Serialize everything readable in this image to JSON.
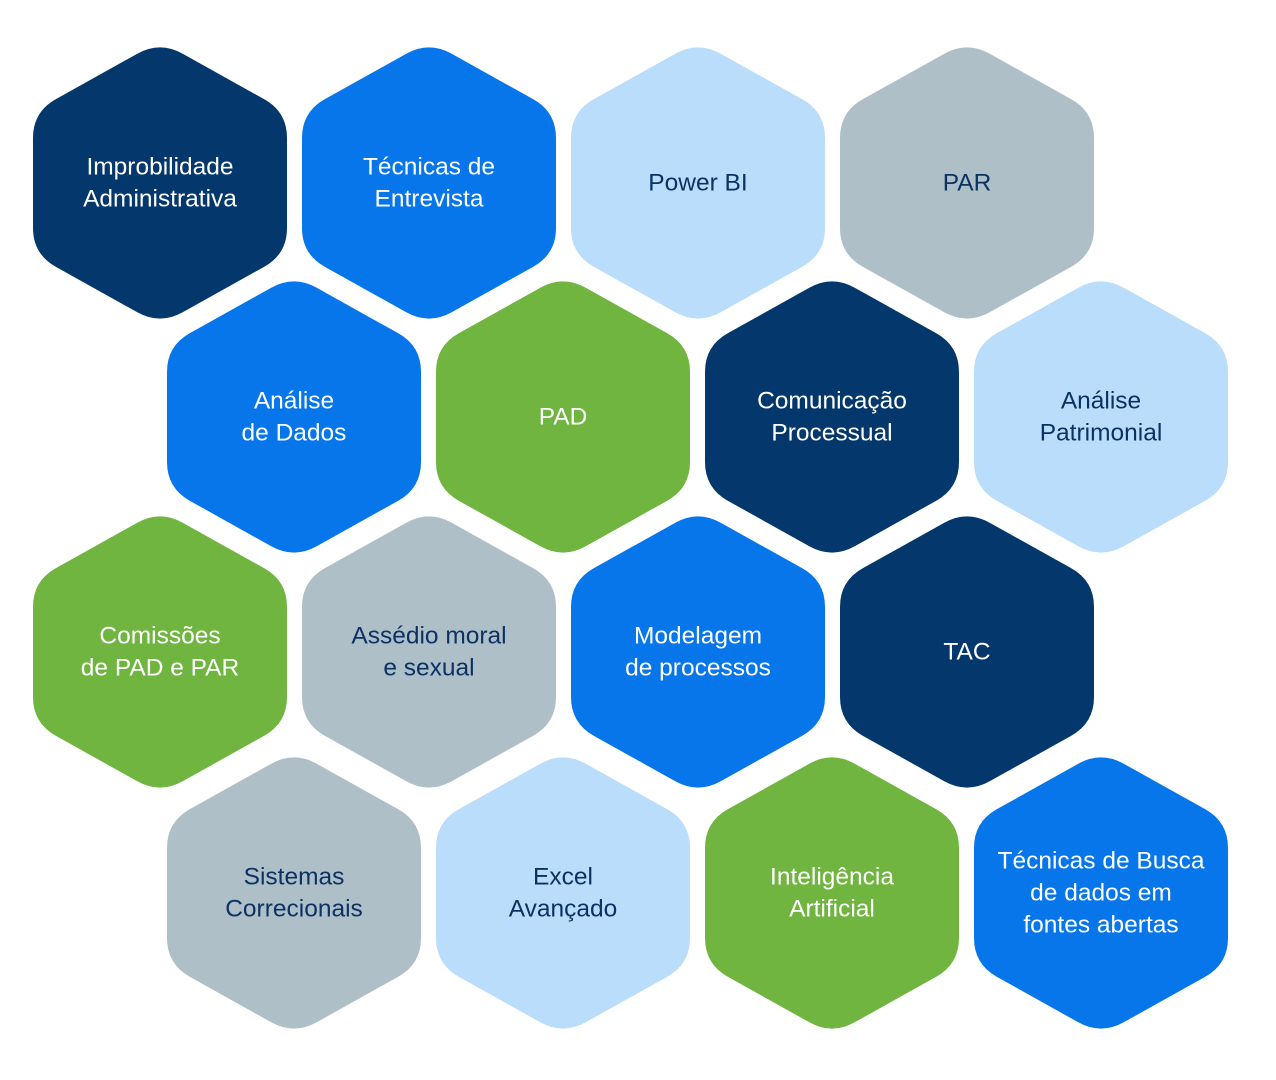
{
  "colors": {
    "navy": "#04376c",
    "blue": "#0676ea",
    "light_blue": "#b9ddfb",
    "gray": "#afbfc7",
    "green": "#70b53f",
    "text_light": "#ffffff",
    "text_dark": "#0b3263"
  },
  "hexagons": [
    {
      "id": "improbidade",
      "lines": [
        "Improbilidade",
        "Administrativa"
      ],
      "fill": "navy",
      "text": "text_light"
    },
    {
      "id": "tecnicas-entrevista",
      "lines": [
        "Técnicas de",
        "Entrevista"
      ],
      "fill": "blue",
      "text": "text_light"
    },
    {
      "id": "power-bi",
      "lines": [
        "Power BI"
      ],
      "fill": "light_blue",
      "text": "text_dark"
    },
    {
      "id": "par",
      "lines": [
        "PAR"
      ],
      "fill": "gray",
      "text": "text_dark"
    },
    {
      "id": "analise-dados",
      "lines": [
        "Análise",
        "de Dados"
      ],
      "fill": "blue",
      "text": "text_light"
    },
    {
      "id": "pad",
      "lines": [
        "PAD"
      ],
      "fill": "green",
      "text": "text_light"
    },
    {
      "id": "comunicacao-processual",
      "lines": [
        "Comunicação",
        "Processual"
      ],
      "fill": "navy",
      "text": "text_light"
    },
    {
      "id": "analise-patrimonial",
      "lines": [
        "Análise",
        "Patrimonial"
      ],
      "fill": "light_blue",
      "text": "text_dark"
    },
    {
      "id": "comissoes",
      "lines": [
        "Comissões",
        "de PAD e PAR"
      ],
      "fill": "green",
      "text": "text_light"
    },
    {
      "id": "assedio",
      "lines": [
        "Assédio moral",
        "e sexual"
      ],
      "fill": "gray",
      "text": "text_dark"
    },
    {
      "id": "modelagem",
      "lines": [
        "Modelagem",
        "de processos"
      ],
      "fill": "blue",
      "text": "text_light"
    },
    {
      "id": "tac",
      "lines": [
        "TAC"
      ],
      "fill": "navy",
      "text": "text_light"
    },
    {
      "id": "sistemas-correcionais",
      "lines": [
        "Sistemas",
        "Correcionais"
      ],
      "fill": "gray",
      "text": "text_dark"
    },
    {
      "id": "excel",
      "lines": [
        "Excel",
        "Avançado"
      ],
      "fill": "light_blue",
      "text": "text_dark"
    },
    {
      "id": "ia",
      "lines": [
        "Inteligência",
        "Artificial"
      ],
      "fill": "green",
      "text": "text_light"
    },
    {
      "id": "busca-fontes",
      "lines": [
        "Técnicas de Busca",
        "de dados em",
        "fontes abertas"
      ],
      "fill": "blue",
      "text": "text_light"
    }
  ]
}
